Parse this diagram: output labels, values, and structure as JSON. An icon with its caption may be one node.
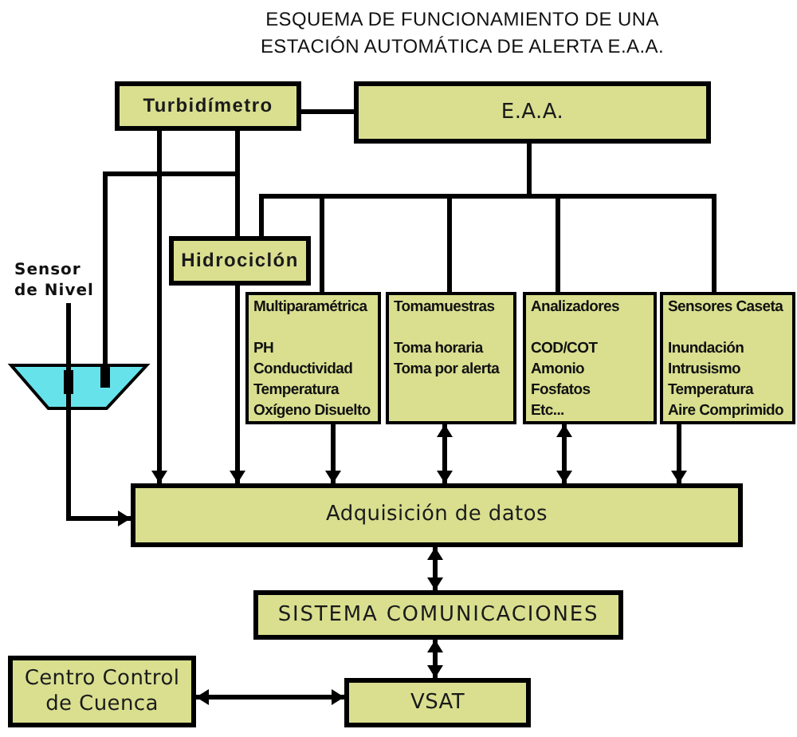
{
  "diagram": {
    "title": "ESQUEMA DE FUNCIONAMIENTO DE UNA ESTACIÓN AUTOMÁTICA DE ALERTA E.A.A.",
    "nodes": [
      {
        "text": [
          "Turbidímetro"
        ]
      },
      {
        "text": [
          "E.A.A."
        ]
      },
      {
        "text": [
          "Hidrociclón"
        ]
      },
      {
        "text": [
          "Sensor de Nivel"
        ]
      },
      {
        "text": [],
        "shape": "trapezoid"
      },
      {
        "text": [],
        "shape": "bar",
        "in": 4
      },
      {
        "text": [],
        "shape": "bar",
        "in": 4
      },
      {
        "text": [
          "Multiparamétrica",
          "PH",
          "Conductividad",
          "Temperatura",
          "Oxígeno Disuelto"
        ]
      },
      {
        "text": [
          "Tomamuestras",
          "Toma horaria",
          "Toma por alerta"
        ]
      },
      {
        "text": [
          "Analizadores",
          "COD/COT",
          "Amonio",
          "Fosfatos",
          "Etc..."
        ]
      },
      {
        "text": [
          "Sensores Caseta",
          "Inundación",
          "Intrusismo",
          "Temperatura",
          "Aire Comprimido"
        ]
      },
      {
        "text": [
          "Adquisición de datos"
        ]
      },
      {
        "text": [
          "SISTEMA COMUNICACIONES"
        ]
      },
      {
        "text": [
          "Centro Control de Cuenca"
        ]
      },
      {
        "text": [
          "VSAT"
        ]
      }
    ],
    "edges": [
      {
        "from": 0,
        "to": 1,
        "arrow": "none"
      },
      {
        "from": 2,
        "to": 0,
        "arrow": "none"
      },
      {
        "from": 2,
        "to": 6,
        "arrow": "none"
      },
      {
        "from": 0,
        "to": 11,
        "arrow": "to"
      },
      {
        "from": 3,
        "to": 5,
        "arrow": "none"
      },
      {
        "from": 5,
        "to": 11,
        "arrow": "to"
      },
      {
        "from": 1,
        "to": 2,
        "arrow": "none"
      },
      {
        "from": 1,
        "to": 7,
        "arrow": "none"
      },
      {
        "from": 1,
        "to": 8,
        "arrow": "none"
      },
      {
        "from": 1,
        "to": 9,
        "arrow": "none"
      },
      {
        "from": 1,
        "to": 10,
        "arrow": "none"
      },
      {
        "from": 2,
        "to": 11,
        "arrow": "to"
      },
      {
        "from": 7,
        "to": 11,
        "arrow": "to"
      },
      {
        "from": 8,
        "to": 11,
        "arrow": "both"
      },
      {
        "from": 9,
        "to": 11,
        "arrow": "both"
      },
      {
        "from": 10,
        "to": 11,
        "arrow": "to"
      },
      {
        "from": 11,
        "to": 12,
        "arrow": "both"
      },
      {
        "from": 12,
        "to": 14,
        "arrow": "both"
      },
      {
        "from": 13,
        "to": 14,
        "arrow": "both"
      }
    ]
  }
}
